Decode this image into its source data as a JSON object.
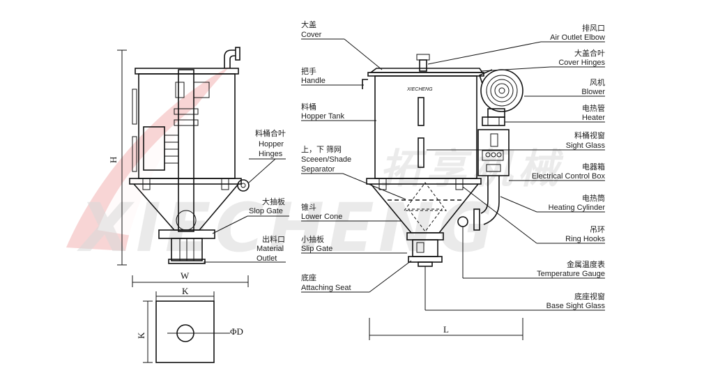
{
  "watermark": {
    "brand_cn": "拓享机械",
    "brand_en": "XIECHENG",
    "swoosh_color": "#e63c3c",
    "brand_color": "#d6d6d6"
  },
  "nameplate": "XIECHENG",
  "dimensions": {
    "height": "H",
    "width": "W",
    "base_k_top": "K",
    "base_k_side": "K",
    "diameter": "ΦD",
    "length": "L"
  },
  "left_labels": [
    {
      "cn": "料桶合叶",
      "en1": "Hopper",
      "en2": "Hinges"
    },
    {
      "cn": "大抽板",
      "en1": "Slop Gate"
    },
    {
      "cn": "出料口",
      "en1": "Material",
      "en2": "Outlet"
    }
  ],
  "middle_labels": [
    {
      "cn": "大盖",
      "en1": "Cover"
    },
    {
      "cn": "把手",
      "en1": "Handle"
    },
    {
      "cn": "料桶",
      "en1": "Hopper Tank"
    },
    {
      "cn": "上，下 筛网",
      "en1": "Sceeen/Shade",
      "en2": "Separator"
    },
    {
      "cn": "锥斗",
      "en1": "Lower Cone"
    },
    {
      "cn": "小抽板",
      "en1": "Slip Gate"
    },
    {
      "cn": "底座",
      "en1": "Attaching Seat"
    }
  ],
  "right_labels": [
    {
      "cn": "排风口",
      "en1": "Air Outlet Elbow"
    },
    {
      "cn": "大盖合叶",
      "en1": "Cover Hinges"
    },
    {
      "cn": "风机",
      "en1": "Blower"
    },
    {
      "cn": "电热管",
      "en1": "Heater"
    },
    {
      "cn": "料桶视窗",
      "en1": "Sight Glass"
    },
    {
      "cn": "电器箱",
      "en1": "Electrical Control Box"
    },
    {
      "cn": "电热筒",
      "en1": "Heating Cylinder"
    },
    {
      "cn": "吊环",
      "en1": "Ring Hooks"
    },
    {
      "cn": "金属温度表",
      "en1": "Temperature Gauge"
    },
    {
      "cn": "底座视窗",
      "en1": "Base Sight Glass"
    }
  ]
}
